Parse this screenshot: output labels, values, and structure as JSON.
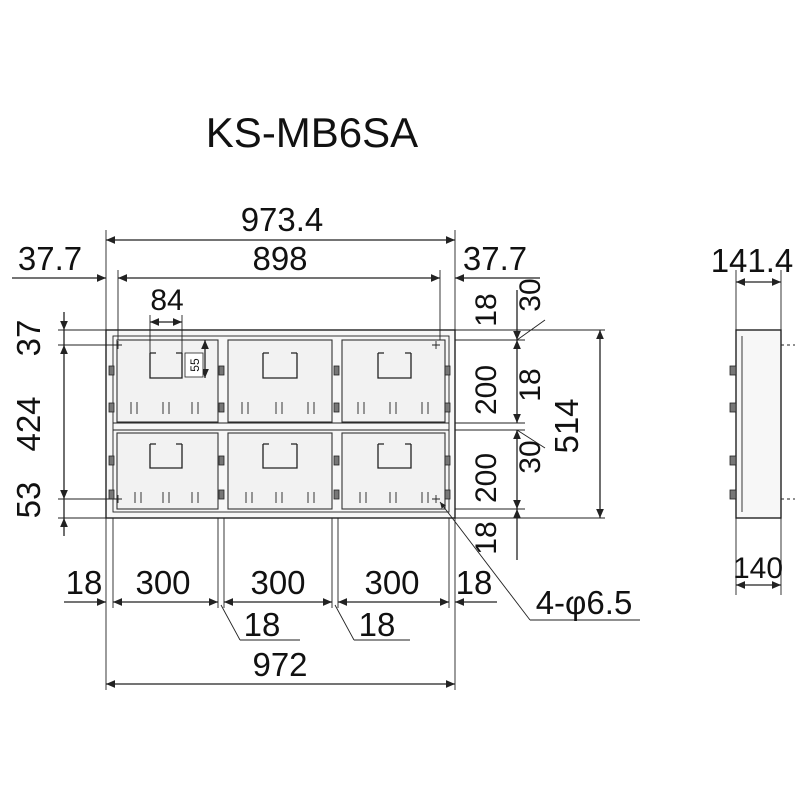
{
  "title": "KS-MB6SA",
  "dimensions": {
    "overall_top_width": "973.4",
    "inner_width": "898",
    "left_offset": "37.7",
    "right_offset": "37.7",
    "handle_width": "84",
    "handle_depth": "55",
    "top_margin": "37",
    "middle_height": "424",
    "bottom_margin": "53",
    "right_top_18": "18",
    "right_top_30": "30",
    "right_upper_200": "200",
    "right_mid_18": "18",
    "right_lower_200": "200",
    "right_lower_30": "30",
    "right_bottom_18": "18",
    "total_height": "514",
    "bottom_left_18": "18",
    "door_width_1": "300",
    "door_width_2": "300",
    "door_width_3": "300",
    "bottom_right_18": "18",
    "gap_1": "18",
    "gap_2": "18",
    "total_width": "972",
    "holes": "4-φ6.5",
    "side_depth_top": "141.4",
    "side_depth_bottom": "140"
  }
}
